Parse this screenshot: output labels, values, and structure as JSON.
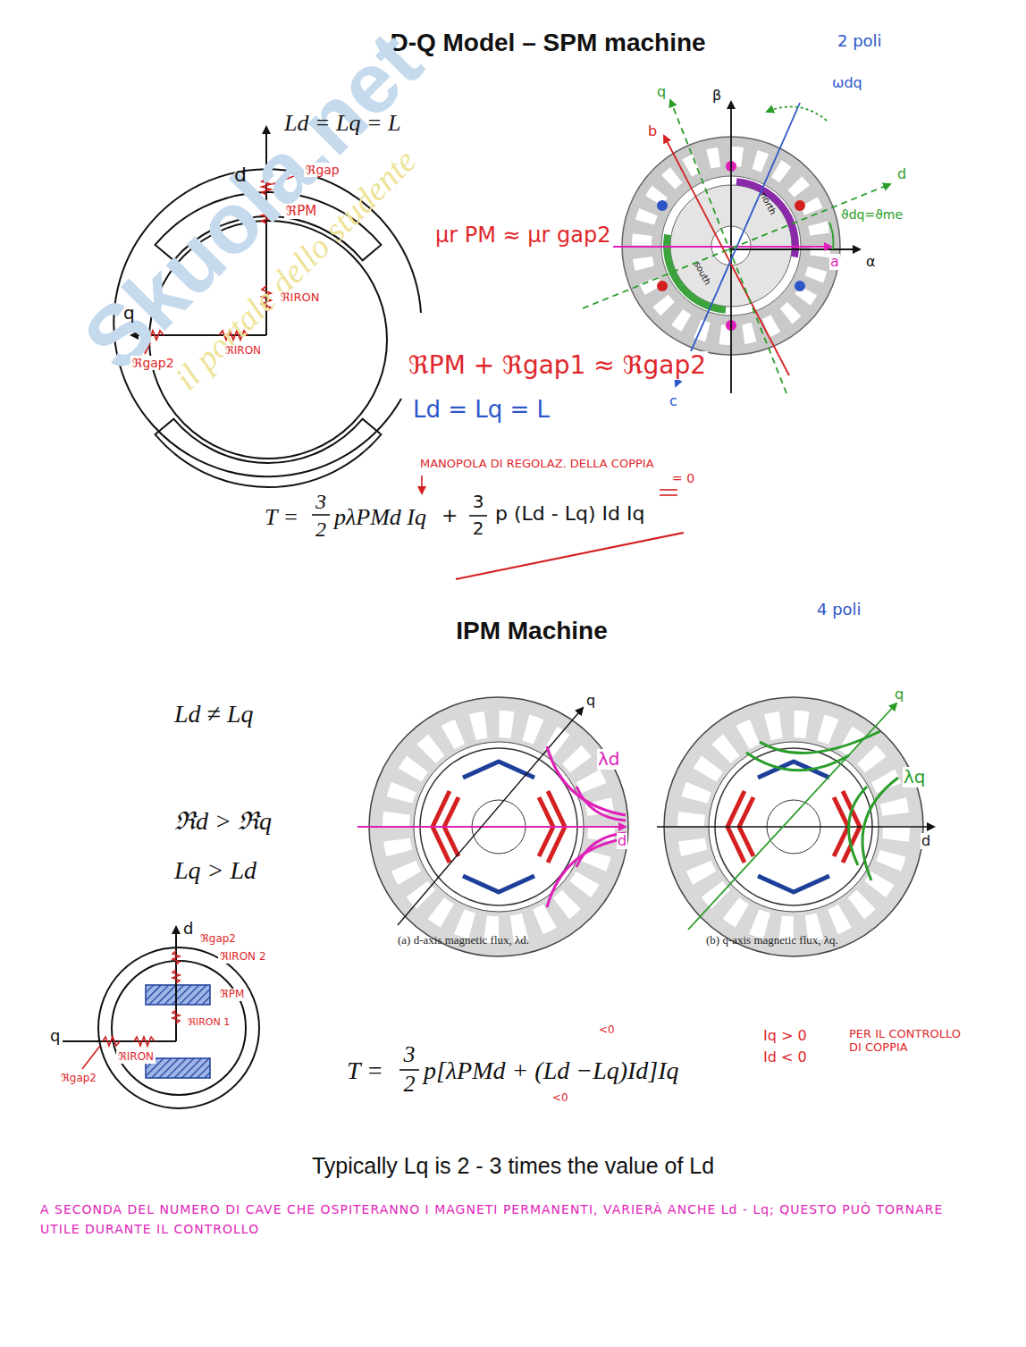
{
  "diagram": {
    "title": "D-Q Model – SPM machine",
    "labels": [
      "Skuola.net",
      "il portale dello studente",
      "2 poli",
      "Ld = Lq = L",
      "d",
      "ℜgap",
      "ℜPM",
      "ℜIRON",
      "q",
      "ℜgap2",
      "ℜIRON",
      "q",
      "β",
      "b",
      "ωdq",
      "d",
      "north",
      "south",
      "a",
      "α",
      "c",
      "ϑdq=ϑme",
      "μr PM ≈ μr gap2",
      "ℜPM + ℜgap1 ≈ ℜgap2",
      "Ld = Lq = L",
      "MANOPOLA DI REGOLAZ. DELLA COPPIA",
      "= 0",
      "T =",
      "3",
      "2",
      "pλPMd Iq",
      "+",
      "3",
      "2",
      "p (Ld - Lq) Id Iq",
      "4 poli",
      "IPM Machine",
      "Ld ≠ Lq",
      "ℜd > ℜq",
      "Lq > Ld",
      "q",
      "λd",
      "d",
      "(a) d-axis magnetic flux, λd.",
      "q",
      "λq",
      "d",
      "(b) q-axis magnetic flux, λq.",
      "d",
      "ℜgap2",
      "ℜIRON 2",
      "ℜPM",
      "ℜIRON 1",
      "q",
      "ℜIRON",
      "ℜgap2",
      "T =",
      "3",
      "2",
      "p[λPMd + (Ld −Lq)Id]Iq",
      "<0",
      "<0",
      "Iq > 0",
      "Id < 0",
      "PER IL CONTROLLO DI COPPIA",
      "Typically Lq is 2 - 3 times the value of Ld",
      "A SECONDA DEL NUMERO DI CAVE CHE OSPITERANNO I MAGNETI PERMANENTI, VARIERÀ ANCHE Ld - Lq; QUESTO PUÒ TORNARE UTILE DURANTE IL CONTROLLO"
    ]
  }
}
